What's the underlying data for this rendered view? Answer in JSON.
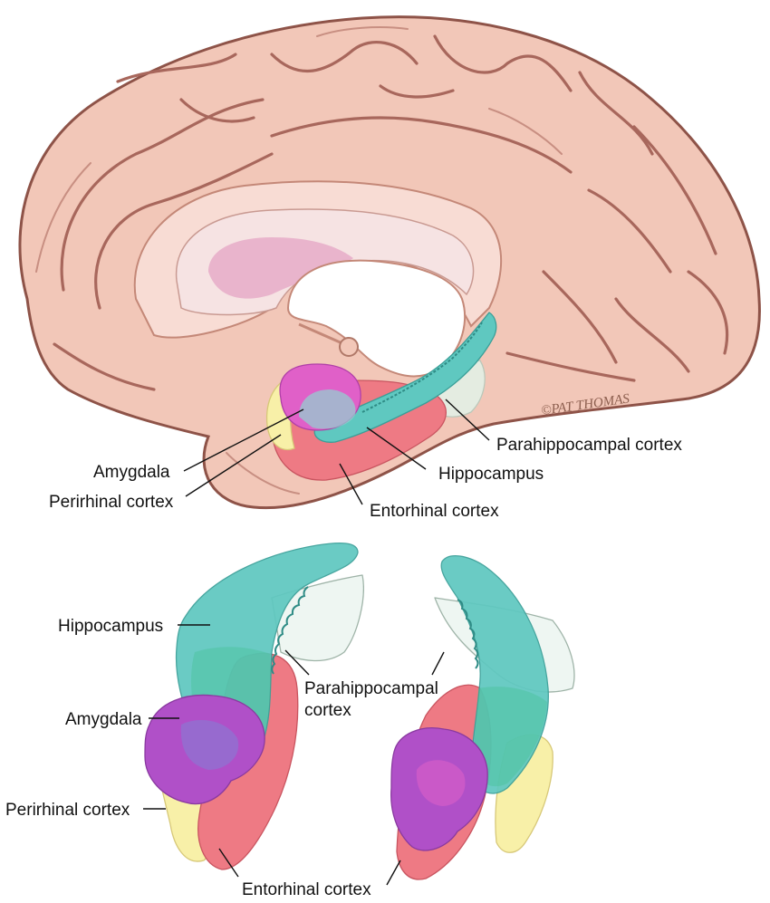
{
  "credit": "©PAT THOMAS",
  "top_labels": {
    "amygdala": "Amygdala",
    "perirhinal": "Perirhinal cortex",
    "entorhinal": "Entorhinal cortex",
    "hippocampus": "Hippocampus",
    "parahippocampal": "Parahippocampal cortex"
  },
  "bottom_labels": {
    "hippocampus": "Hippocampus",
    "amygdala": "Amygdala",
    "perirhinal": "Perirhinal cortex",
    "entorhinal": "Entorhinal cortex",
    "parahippocampal_line1": "Parahippocampal",
    "parahippocampal_line2": "cortex"
  },
  "colors": {
    "brain": "#f2c7b8",
    "brain_shadow": "#d9998a",
    "hippocampus": "#5fc8c0",
    "amygdala": "#b050c8",
    "amygdala_top": "#e060c8",
    "entorhinal": "#ee7a84",
    "perirhinal": "#f8f0a8",
    "parahippocampal": "#eef6f2"
  }
}
